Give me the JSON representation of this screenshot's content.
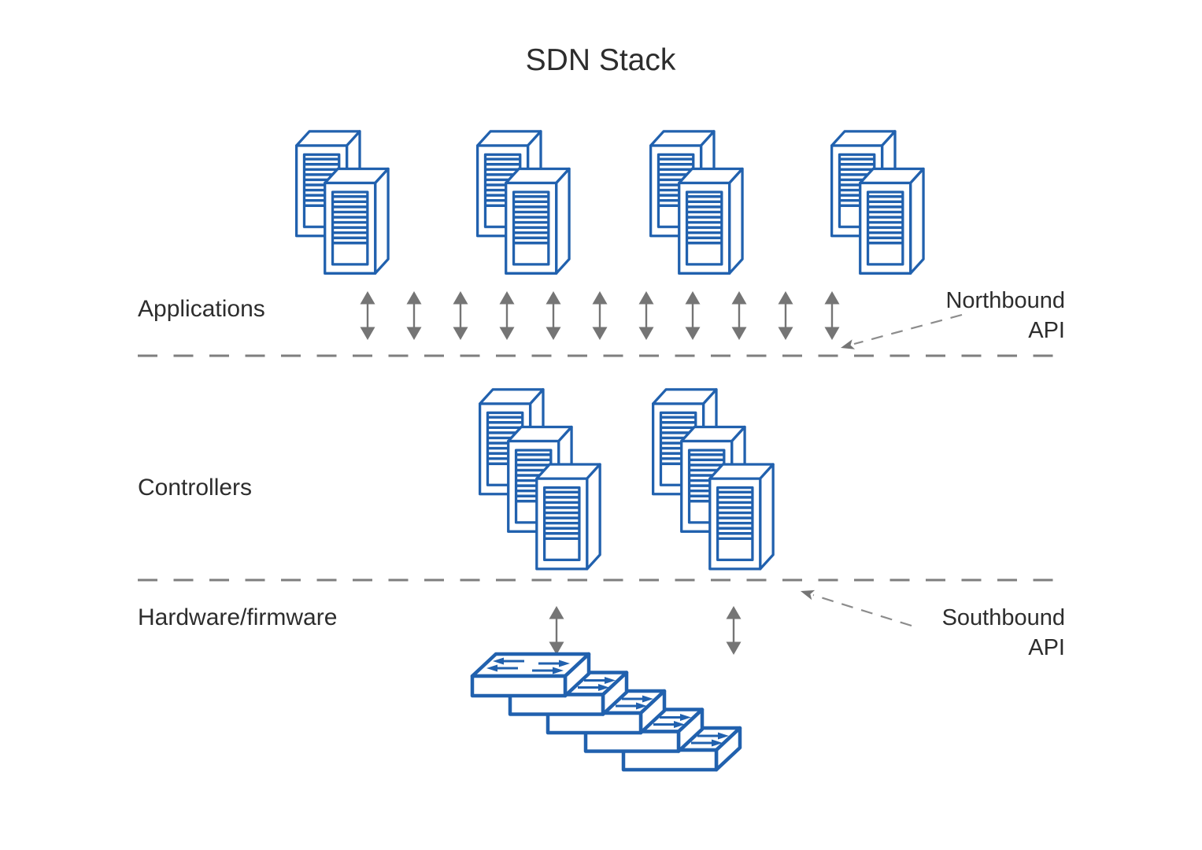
{
  "title": "SDN Stack",
  "layers": {
    "applications": {
      "label": "Applications"
    },
    "controllers": {
      "label": "Controllers"
    },
    "hardware": {
      "label": "Hardware/firmware"
    }
  },
  "apis": {
    "northbound": {
      "line1": "Northbound",
      "line2": "API"
    },
    "southbound": {
      "line1": "Southbound",
      "line2": "API"
    }
  },
  "diagram": {
    "application_server_groups": 4,
    "servers_per_application_group": 2,
    "controller_groups": 2,
    "servers_per_controller_group": 3,
    "switch_count": 5,
    "northbound_arrow_count": 11,
    "southbound_arrow_count": 2
  },
  "icons": {
    "server": "server-icon",
    "switch": "switch-icon",
    "up_down_arrow": "up-down-arrow-icon",
    "dashed_pointer": "dashed-arrow-icon"
  },
  "colors": {
    "icon_blue": "#2161ae",
    "arrow_gray": "#757575",
    "divider_gray": "#7e7e7e",
    "annotation_gray": "#8c8c8c",
    "text": "#2d2d2d",
    "background": "#ffffff"
  }
}
